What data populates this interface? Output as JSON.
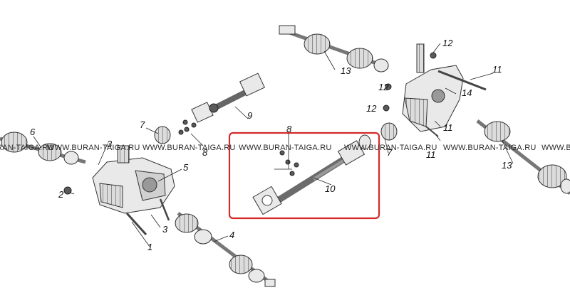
{
  "watermark": "WWW.BURAN-TAIGA.RU",
  "highlight_color": "#d42a2a",
  "callouts": {
    "c1": "1",
    "c2": "2",
    "c3a": "3",
    "c3b": "3",
    "c4": "4",
    "c5": "5",
    "c6": "6",
    "c7a": "7",
    "c7b": "7",
    "c8a": "8",
    "c8b": "8",
    "c9": "9",
    "c10": "10",
    "c11a": "11",
    "c11b": "11",
    "c11c": "11",
    "c12a": "12",
    "c12b": "12",
    "c12c": "12",
    "c13a": "13",
    "c13b": "13",
    "c14": "14"
  }
}
